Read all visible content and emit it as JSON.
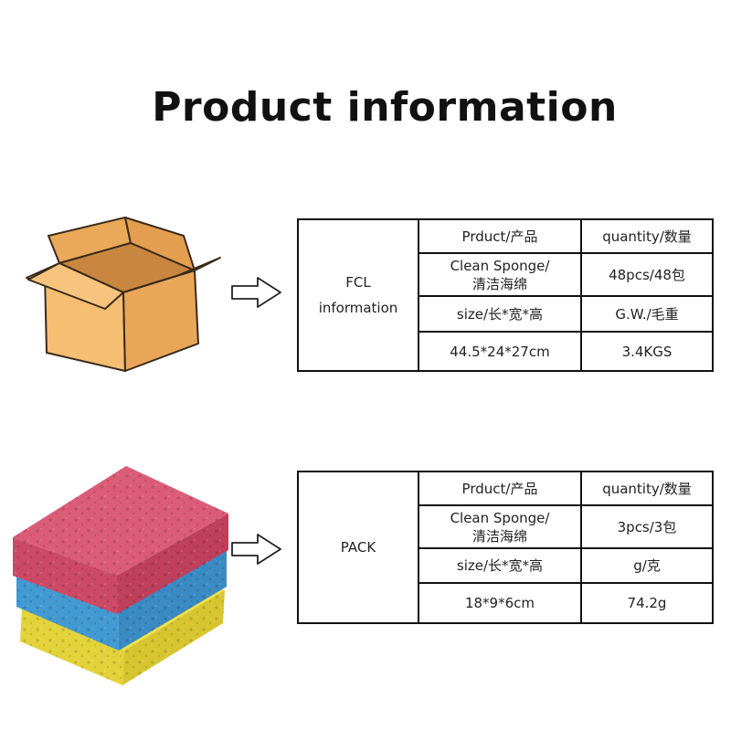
{
  "title": "Product information",
  "fcl": {
    "label_line1": "FCL",
    "label_line2": "information",
    "product_header": "Prduct/产品",
    "quantity_header": "quantity/数量",
    "product_line1": "Clean Sponge/",
    "product_line2": "清洁海绵",
    "quantity": "48pcs/48包",
    "size_header": "size/长*宽*高",
    "weight_header": "G.W./毛重",
    "size": "44.5*24*27cm",
    "weight": "3.4KGS"
  },
  "pack": {
    "label": "PACK",
    "product_header": "Prduct/产品",
    "quantity_header": "quantity/数量",
    "product_line1": "Clean Sponge/",
    "product_line2": "清洁海绵",
    "quantity": "3pcs/3包",
    "size_header": "size/长*宽*高",
    "weight_header": "g/克",
    "size": "18*9*6cm",
    "weight": "74.2g"
  },
  "colors": {
    "box": "#F2B266",
    "sponge_pink": "#D9536F",
    "sponge_blue": "#4DA3DA",
    "sponge_yellow": "#EDE048"
  }
}
